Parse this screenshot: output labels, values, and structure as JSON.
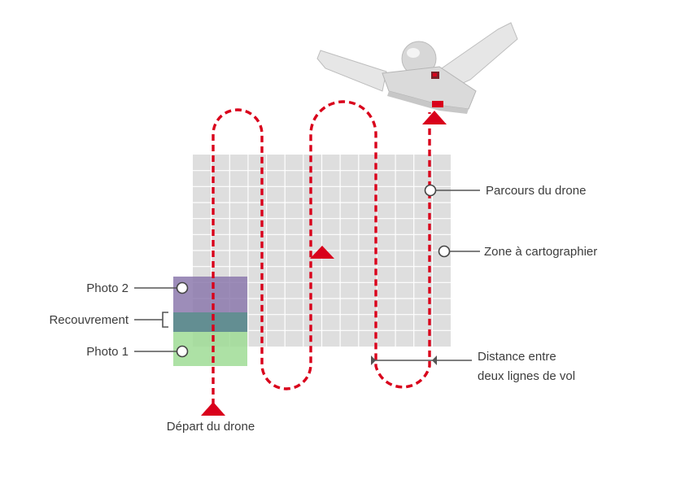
{
  "labels": {
    "flight_path": "Parcours du drone",
    "zone": "Zone à cartographier",
    "photo2": "Photo 2",
    "overlap": "Recouvrement",
    "photo1": "Photo 1",
    "distance_line1": "Distance entre",
    "distance_line2": "deux lignes de vol",
    "start": "Départ du drone"
  },
  "icons": {
    "drone": "fixed-wing-drone-icon",
    "direction": "arrow-up-icon"
  },
  "colors": {
    "path": "#d9001b",
    "grid_fill": "#dedede",
    "grid_line": "#ffffff",
    "photo2": "#8c79ad",
    "photo1": "#9fdc95",
    "overlap": "#5e8f8f",
    "leader": "#555555",
    "text": "#3c3c3c"
  }
}
